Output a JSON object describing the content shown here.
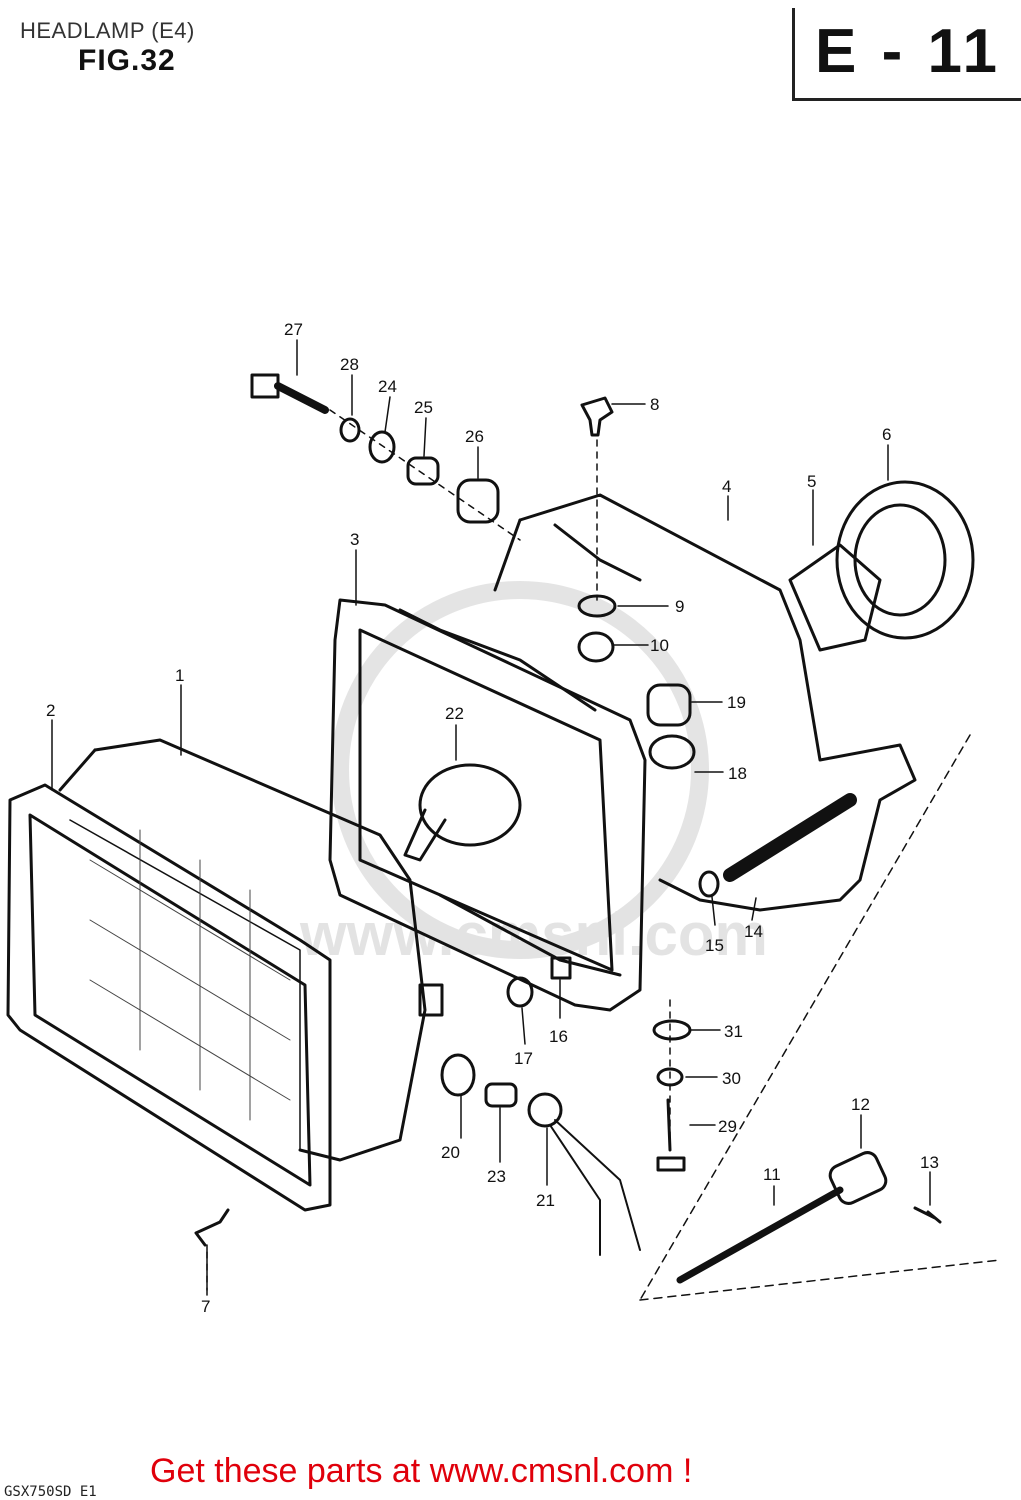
{
  "header": {
    "title": "HEADLAMP (E4)",
    "figure": "FIG.32",
    "section": "E - 11"
  },
  "footer": {
    "cta": "Get these parts at www.cmsnl.com !",
    "model_code": "GSX750SD E1"
  },
  "watermark": "www.cmsnl.com",
  "callouts": [
    {
      "id": "c1",
      "text": "1"
    },
    {
      "id": "c2",
      "text": "2"
    },
    {
      "id": "c3",
      "text": "3"
    },
    {
      "id": "c4",
      "text": "4"
    },
    {
      "id": "c5",
      "text": "5"
    },
    {
      "id": "c6",
      "text": "6"
    },
    {
      "id": "c7",
      "text": "7"
    },
    {
      "id": "c8",
      "text": "8"
    },
    {
      "id": "c9",
      "text": "9"
    },
    {
      "id": "c10",
      "text": "10"
    },
    {
      "id": "c11",
      "text": "11"
    },
    {
      "id": "c12",
      "text": "12"
    },
    {
      "id": "c13",
      "text": "13"
    },
    {
      "id": "c14",
      "text": "14"
    },
    {
      "id": "c15",
      "text": "15"
    },
    {
      "id": "c16",
      "text": "16"
    },
    {
      "id": "c17",
      "text": "17"
    },
    {
      "id": "c18",
      "text": "18"
    },
    {
      "id": "c19",
      "text": "19"
    },
    {
      "id": "c20",
      "text": "20"
    },
    {
      "id": "c21",
      "text": "21"
    },
    {
      "id": "c22",
      "text": "22"
    },
    {
      "id": "c23",
      "text": "23"
    },
    {
      "id": "c24",
      "text": "24"
    },
    {
      "id": "c25",
      "text": "25"
    },
    {
      "id": "c26",
      "text": "26"
    },
    {
      "id": "c27",
      "text": "27"
    },
    {
      "id": "c28",
      "text": "28"
    },
    {
      "id": "c29",
      "text": "29"
    },
    {
      "id": "c30",
      "text": "30"
    },
    {
      "id": "c31",
      "text": "31"
    }
  ],
  "colors": {
    "line": "#111111",
    "footer_cta": "#e0000b",
    "watermark": "#d8d8d8"
  }
}
